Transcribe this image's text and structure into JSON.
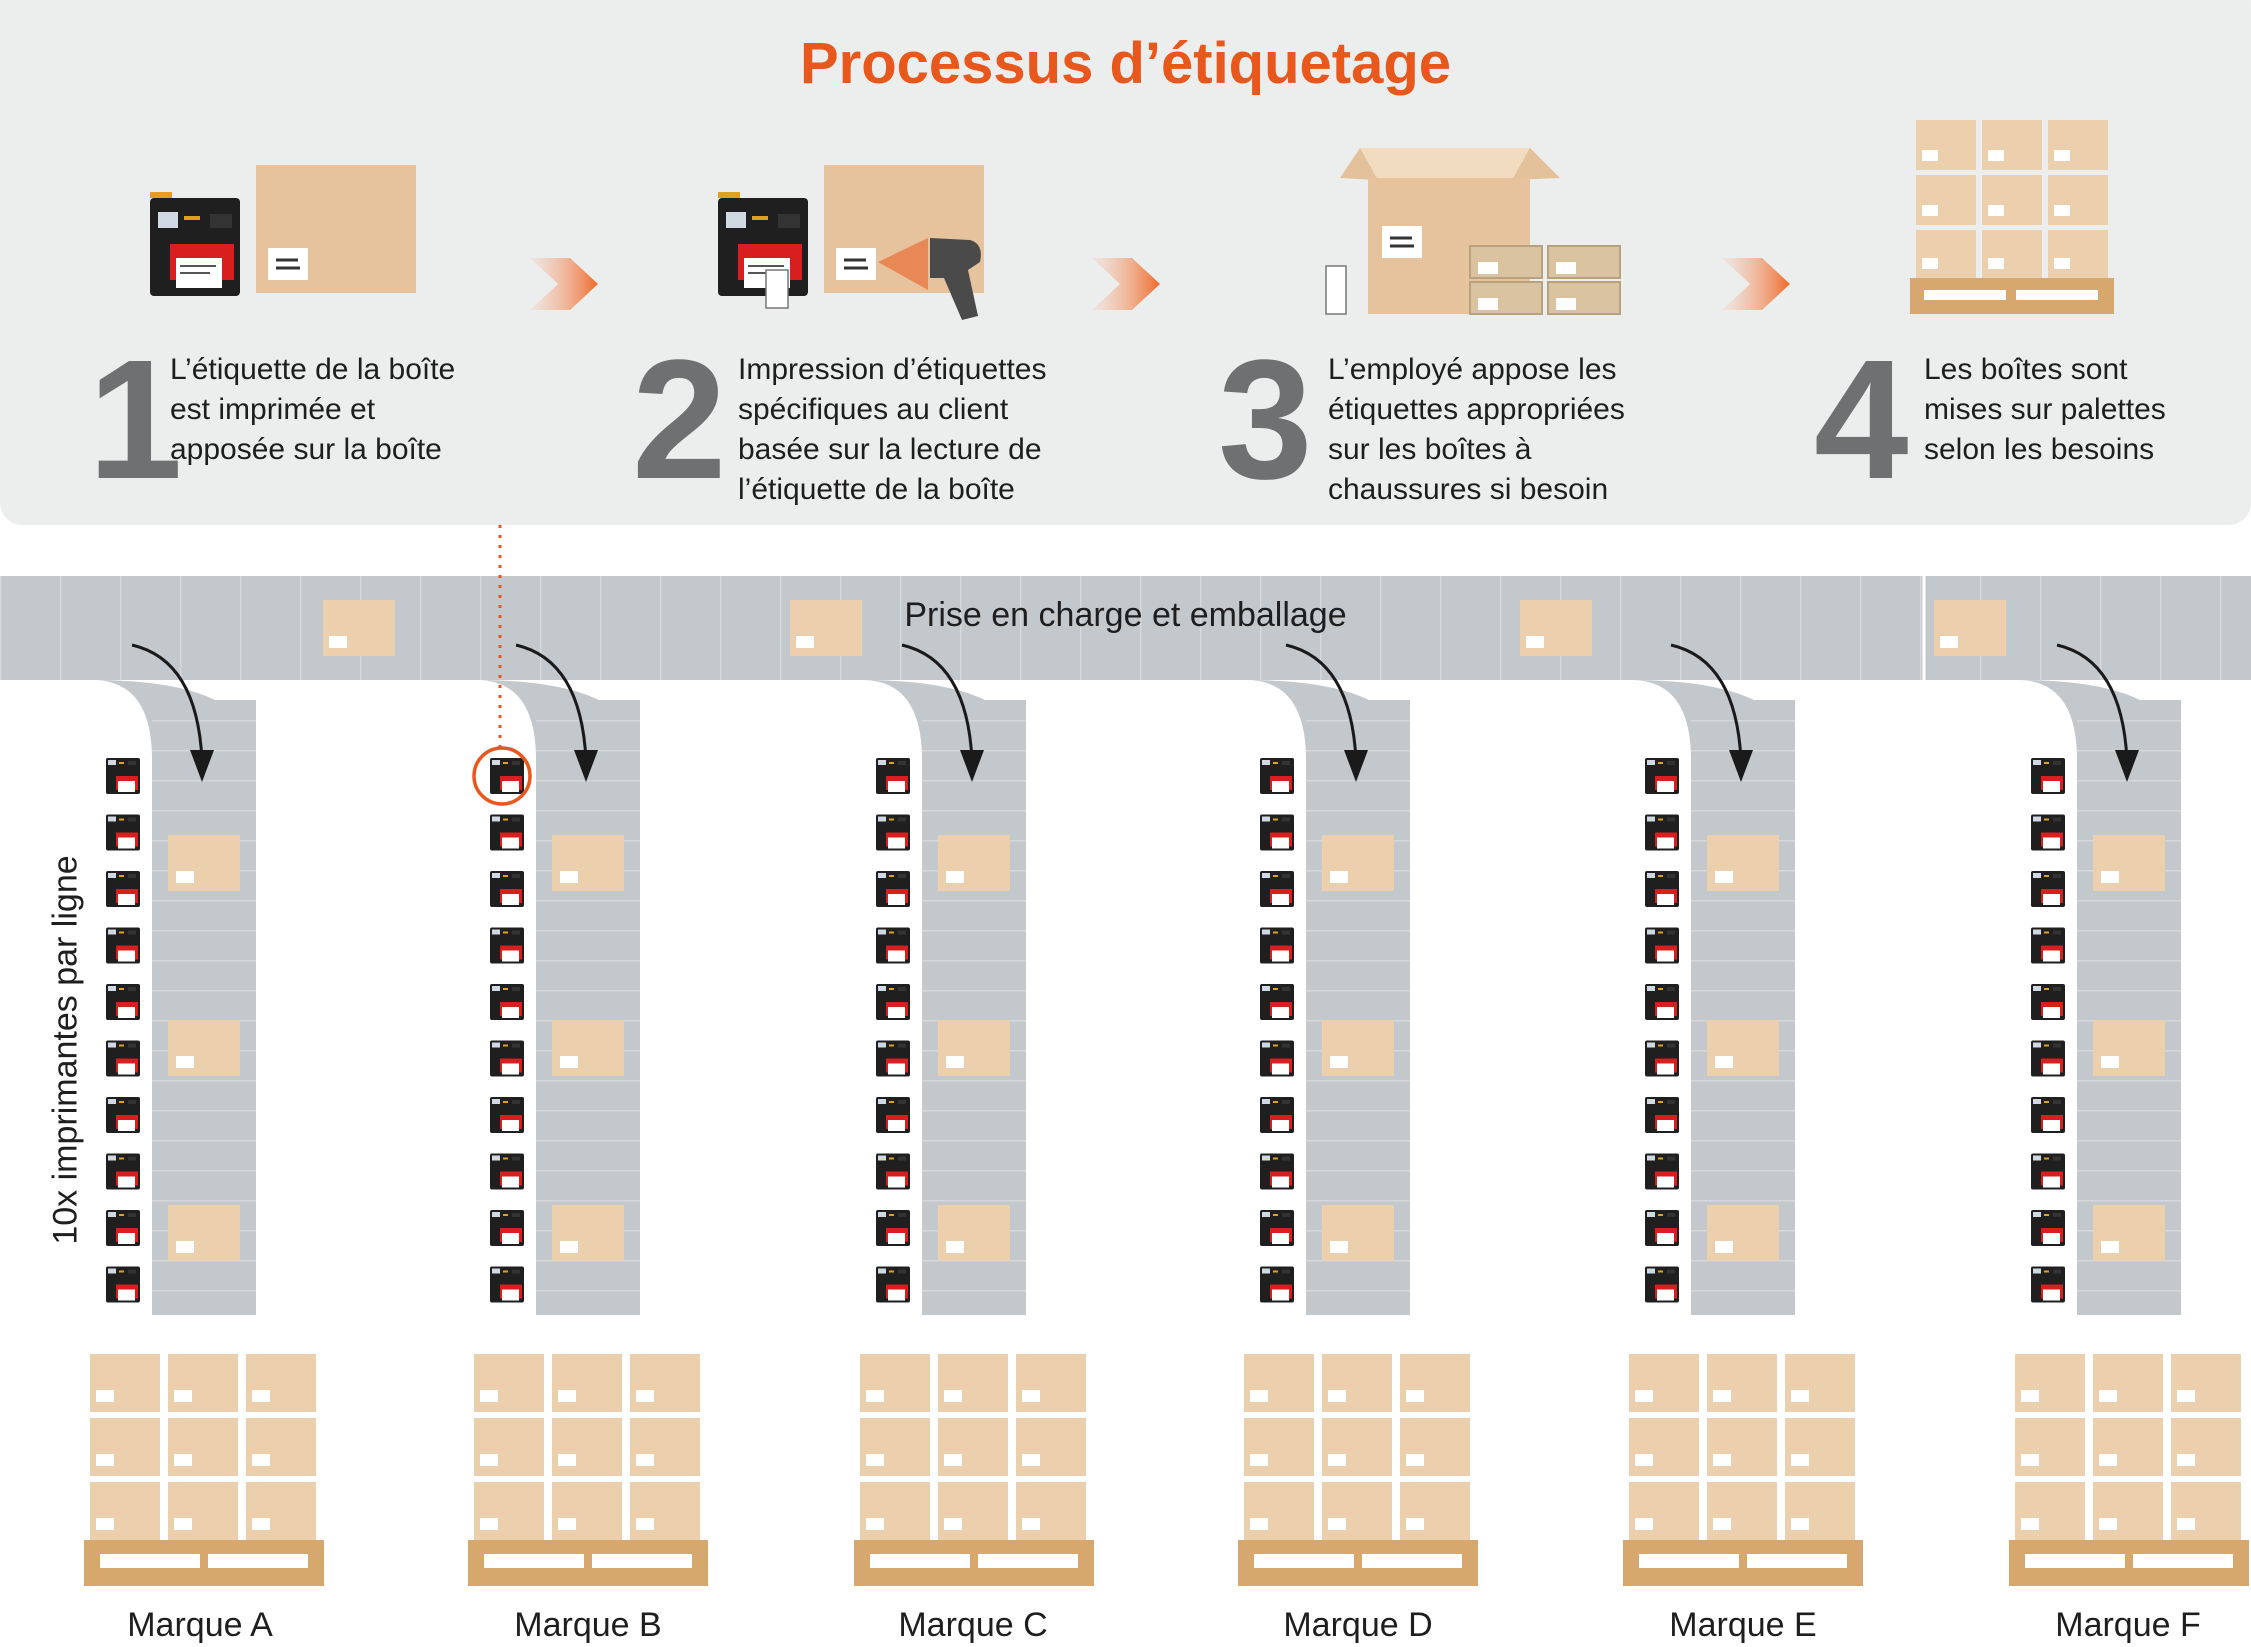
{
  "title": "Processus d’étiquetage",
  "steps": [
    {
      "number": "1",
      "text": "L’étiquette de la boîte\nest imprimée et\napposée sur la boîte"
    },
    {
      "number": "2",
      "text": "Impression d’étiquettes\nspécifiques au client\nbasée sur la lecture de\nl’étiquette de la boîte"
    },
    {
      "number": "3",
      "text": "L’employé appose les\nétiquettes appropriées\nsur les boîtes à\nchaussures si besoin"
    },
    {
      "number": "4",
      "text": "Les boîtes sont\nmises sur palettes\nselon les besoins"
    }
  ],
  "main_belt_label": "Prise en charge et emballage",
  "printers_label": "10x imprimantes par ligne",
  "brands": [
    "Marque A",
    "Marque B",
    "Marque C",
    "Marque D",
    "Marque E",
    "Marque F"
  ],
  "colors": {
    "accent": "#e8571b",
    "panel": "#eceded",
    "belt": "#c3c8cc",
    "box": "#ecd0ad",
    "pallet": "#d7a86e",
    "printer": "#1f1f1f",
    "step_number": "#6f7072"
  },
  "icons": [
    "printer-icon",
    "box-icon",
    "scanner-icon",
    "pallet-icon",
    "arrow-icon"
  ]
}
